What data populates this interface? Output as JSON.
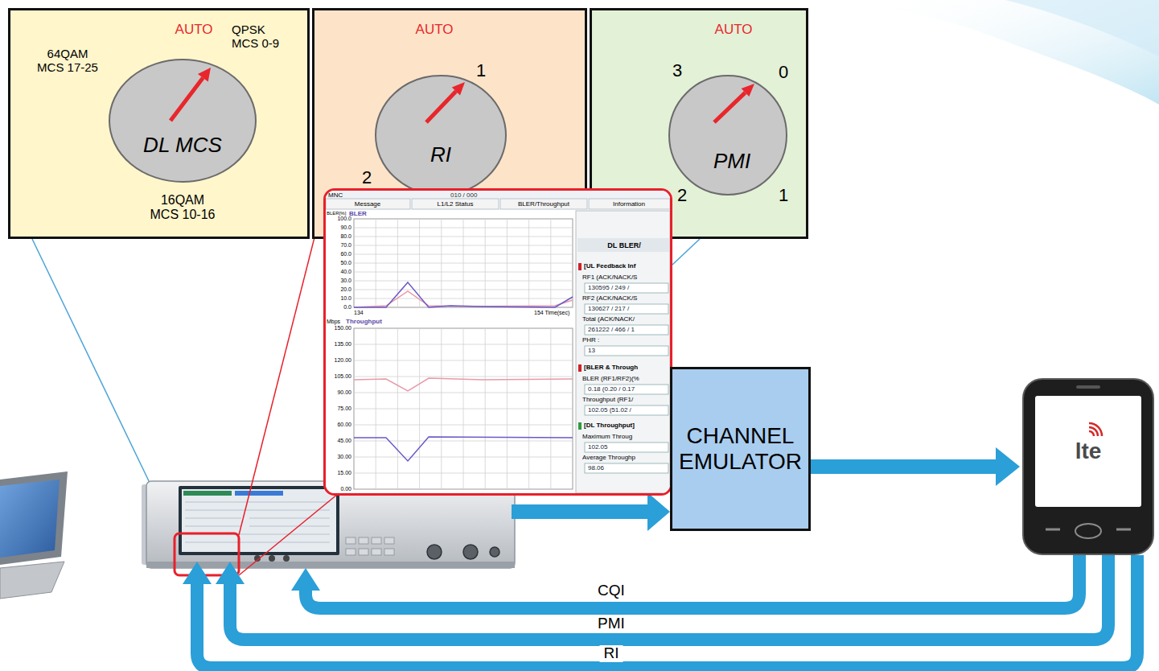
{
  "diagram": {
    "nodes": [
      {
        "text": [
          "AUTO",
          "QPSK MCS 0-9",
          "64QAM MCS 17-25",
          "16QAM MCS 10-16"
        ]
      },
      {
        "text": [
          "DL MCS"
        ],
        "in": 0
      },
      {
        "text": [
          "AUTO",
          "1",
          "2"
        ]
      },
      {
        "text": [
          "RI"
        ],
        "in": 2
      },
      {
        "text": [
          "AUTO",
          "3",
          "0",
          "2",
          "1"
        ]
      },
      {
        "text": [
          "PMI"
        ],
        "in": 4
      },
      {
        "text": [
          "MNC",
          "010 / 000",
          "Message",
          "L1/L2 Status",
          "BLER/Throughput",
          "Information",
          "BLER[%]",
          "BLER",
          "100.0",
          "90.0",
          "80.0",
          "70.0",
          "60.0",
          "50.0",
          "40.0",
          "30.0",
          "20.0",
          "10.0",
          "0.0",
          "134",
          "154 Time(sec)",
          "Mbps",
          "Throughput",
          "150.00",
          "135.00",
          "120.00",
          "105.00",
          "90.00",
          "75.00",
          "60.00",
          "45.00",
          "30.00",
          "15.00",
          "0.00",
          "DL BLER/",
          "[UL Feedback Inf",
          "RF1 (ACK/NACK/S",
          "130595 / 249 /",
          "RF2 (ACK/NACK/S",
          "130627 / 217 /",
          "Total (ACK/NACK/",
          "261222 / 466 / 1",
          "PHR :",
          "13",
          "[BLER & Through",
          "BLER (RF1/RF2)(%",
          "0.18 (0.20 / 0.17",
          "Throughput (RF1/",
          "102.05 (51.02 /",
          "[DL Throughput]",
          "Maximum Throug",
          "102.05",
          "Average Throughp",
          "98.06"
        ]
      },
      {
        "text": [
          "CHANNEL EMULATOR"
        ]
      },
      {
        "text": [
          "lte"
        ]
      }
    ],
    "edges": [
      {
        "from": 7,
        "to": 8,
        "arrow": "to"
      }
    ],
    "labels": [
      "CQI",
      "PMI",
      "RI"
    ]
  }
}
